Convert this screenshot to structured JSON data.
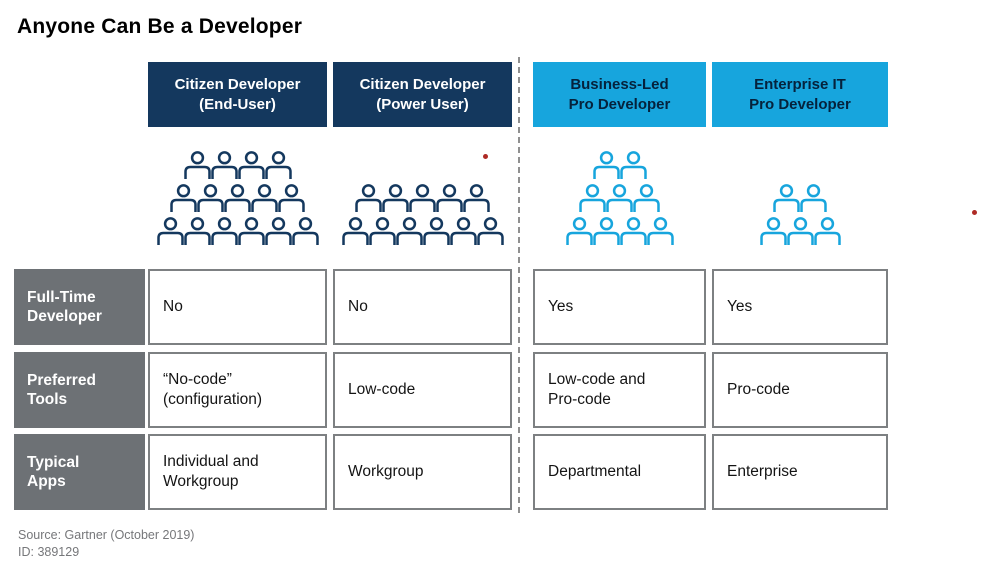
{
  "title": "Anyone Can Be a Developer",
  "colors": {
    "navy": "#14385E",
    "cyan": "#17A5DD",
    "cyan_header_text": "#05223C",
    "row_label_gray": "#6D7175",
    "cell_border_gray": "#7D8082",
    "footer_text_gray": "#76777A",
    "red_dot": "#AE2A25"
  },
  "columns": [
    {
      "id": "citizen-end-user",
      "header": "Citizen Developer\n(End-User)",
      "theme": "navy",
      "people_rows": [
        4,
        5,
        6
      ],
      "people_total": 15
    },
    {
      "id": "citizen-power-user",
      "header": "Citizen Developer\n(Power User)",
      "theme": "navy",
      "people_rows": [
        5,
        6
      ],
      "people_total": 11
    },
    {
      "id": "business-led-pro",
      "header": "Business-Led\nPro Developer",
      "theme": "cyan",
      "people_rows": [
        2,
        3,
        4
      ],
      "people_total": 9
    },
    {
      "id": "enterprise-it-pro",
      "header": "Enterprise IT\nPro Developer",
      "theme": "cyan",
      "people_rows": [
        2,
        3
      ],
      "people_total": 5
    }
  ],
  "rows": [
    {
      "id": "full-time-developer",
      "label": "Full-Time\nDeveloper",
      "values": [
        "No",
        "No",
        "Yes",
        "Yes"
      ]
    },
    {
      "id": "preferred-tools",
      "label": "Preferred\nTools",
      "values": [
        "“No-code”\n(configuration)",
        "Low-code",
        "Low-code and\nPro-code",
        "Pro-code"
      ]
    },
    {
      "id": "typical-apps",
      "label": "Typical\nApps",
      "values": [
        "Individual and\nWorkgroup",
        "Workgroup",
        "Departmental",
        "Enterprise"
      ]
    }
  ],
  "footer": {
    "source": "Source: Gartner (October 2019)",
    "id": "ID: 389129"
  },
  "annotations": {
    "red_dot_count": 2
  }
}
